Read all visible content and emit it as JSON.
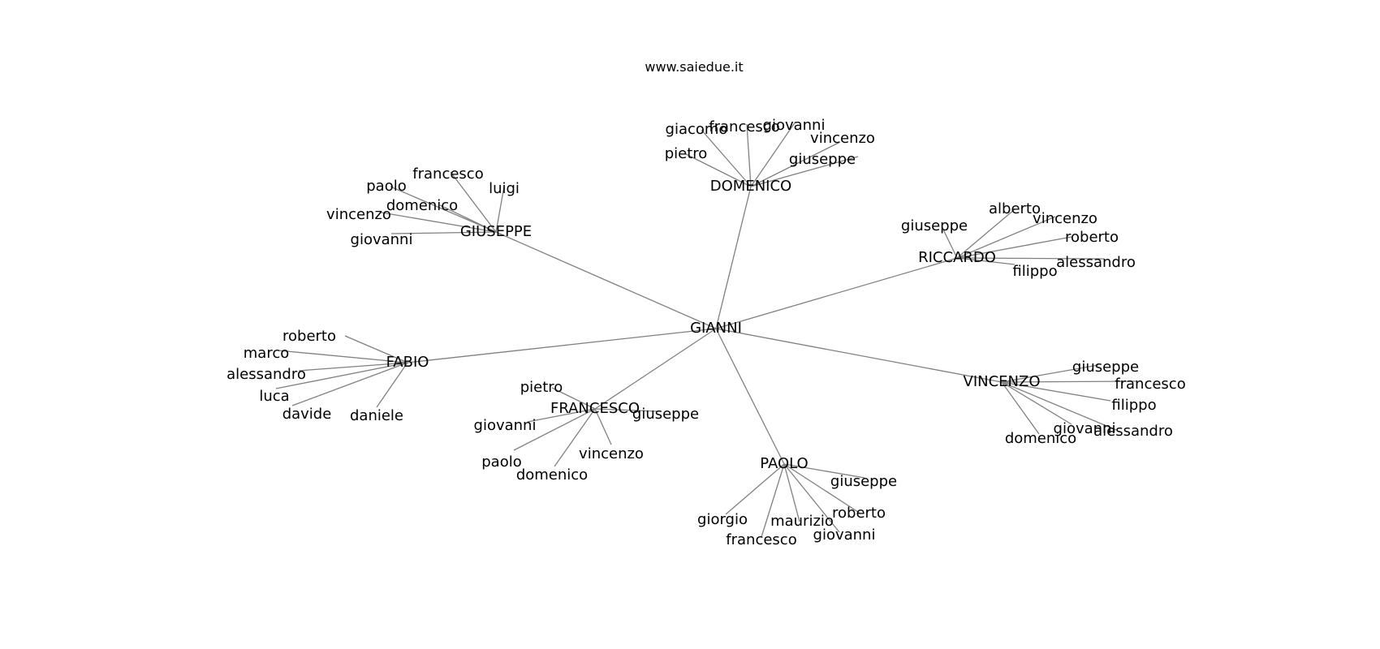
{
  "site_text": "www.saiedue.it",
  "colors": {
    "edge": "#808080",
    "text": "#000000",
    "background": "#ffffff"
  },
  "root": "GIANNI",
  "groups": [
    {
      "hub": "DOMENICO",
      "leaves": [
        "giacomo",
        "francesco",
        "giovanni",
        "vincenzo",
        "pietro",
        "giuseppe"
      ]
    },
    {
      "hub": "GIUSEPPE",
      "leaves": [
        "francesco",
        "luigi",
        "paolo",
        "domenico",
        "vincenzo",
        "giovanni"
      ]
    },
    {
      "hub": "RICCARDO",
      "leaves": [
        "alberto",
        "giuseppe",
        "vincenzo",
        "roberto",
        "alessandro",
        "filippo"
      ]
    },
    {
      "hub": "FABIO",
      "leaves": [
        "roberto",
        "marco",
        "alessandro",
        "luca",
        "davide",
        "daniele"
      ]
    },
    {
      "hub": "FRANCESCO",
      "leaves": [
        "pietro",
        "giovanni",
        "giuseppe",
        "vincenzo",
        "paolo",
        "domenico"
      ]
    },
    {
      "hub": "VINCENZO",
      "leaves": [
        "giuseppe",
        "francesco",
        "filippo",
        "giovanni",
        "alessandro",
        "domenico"
      ]
    },
    {
      "hub": "PAOLO",
      "leaves": [
        "giuseppe",
        "roberto",
        "giorgio",
        "maurizio",
        "giovanni",
        "francesco"
      ]
    }
  ]
}
